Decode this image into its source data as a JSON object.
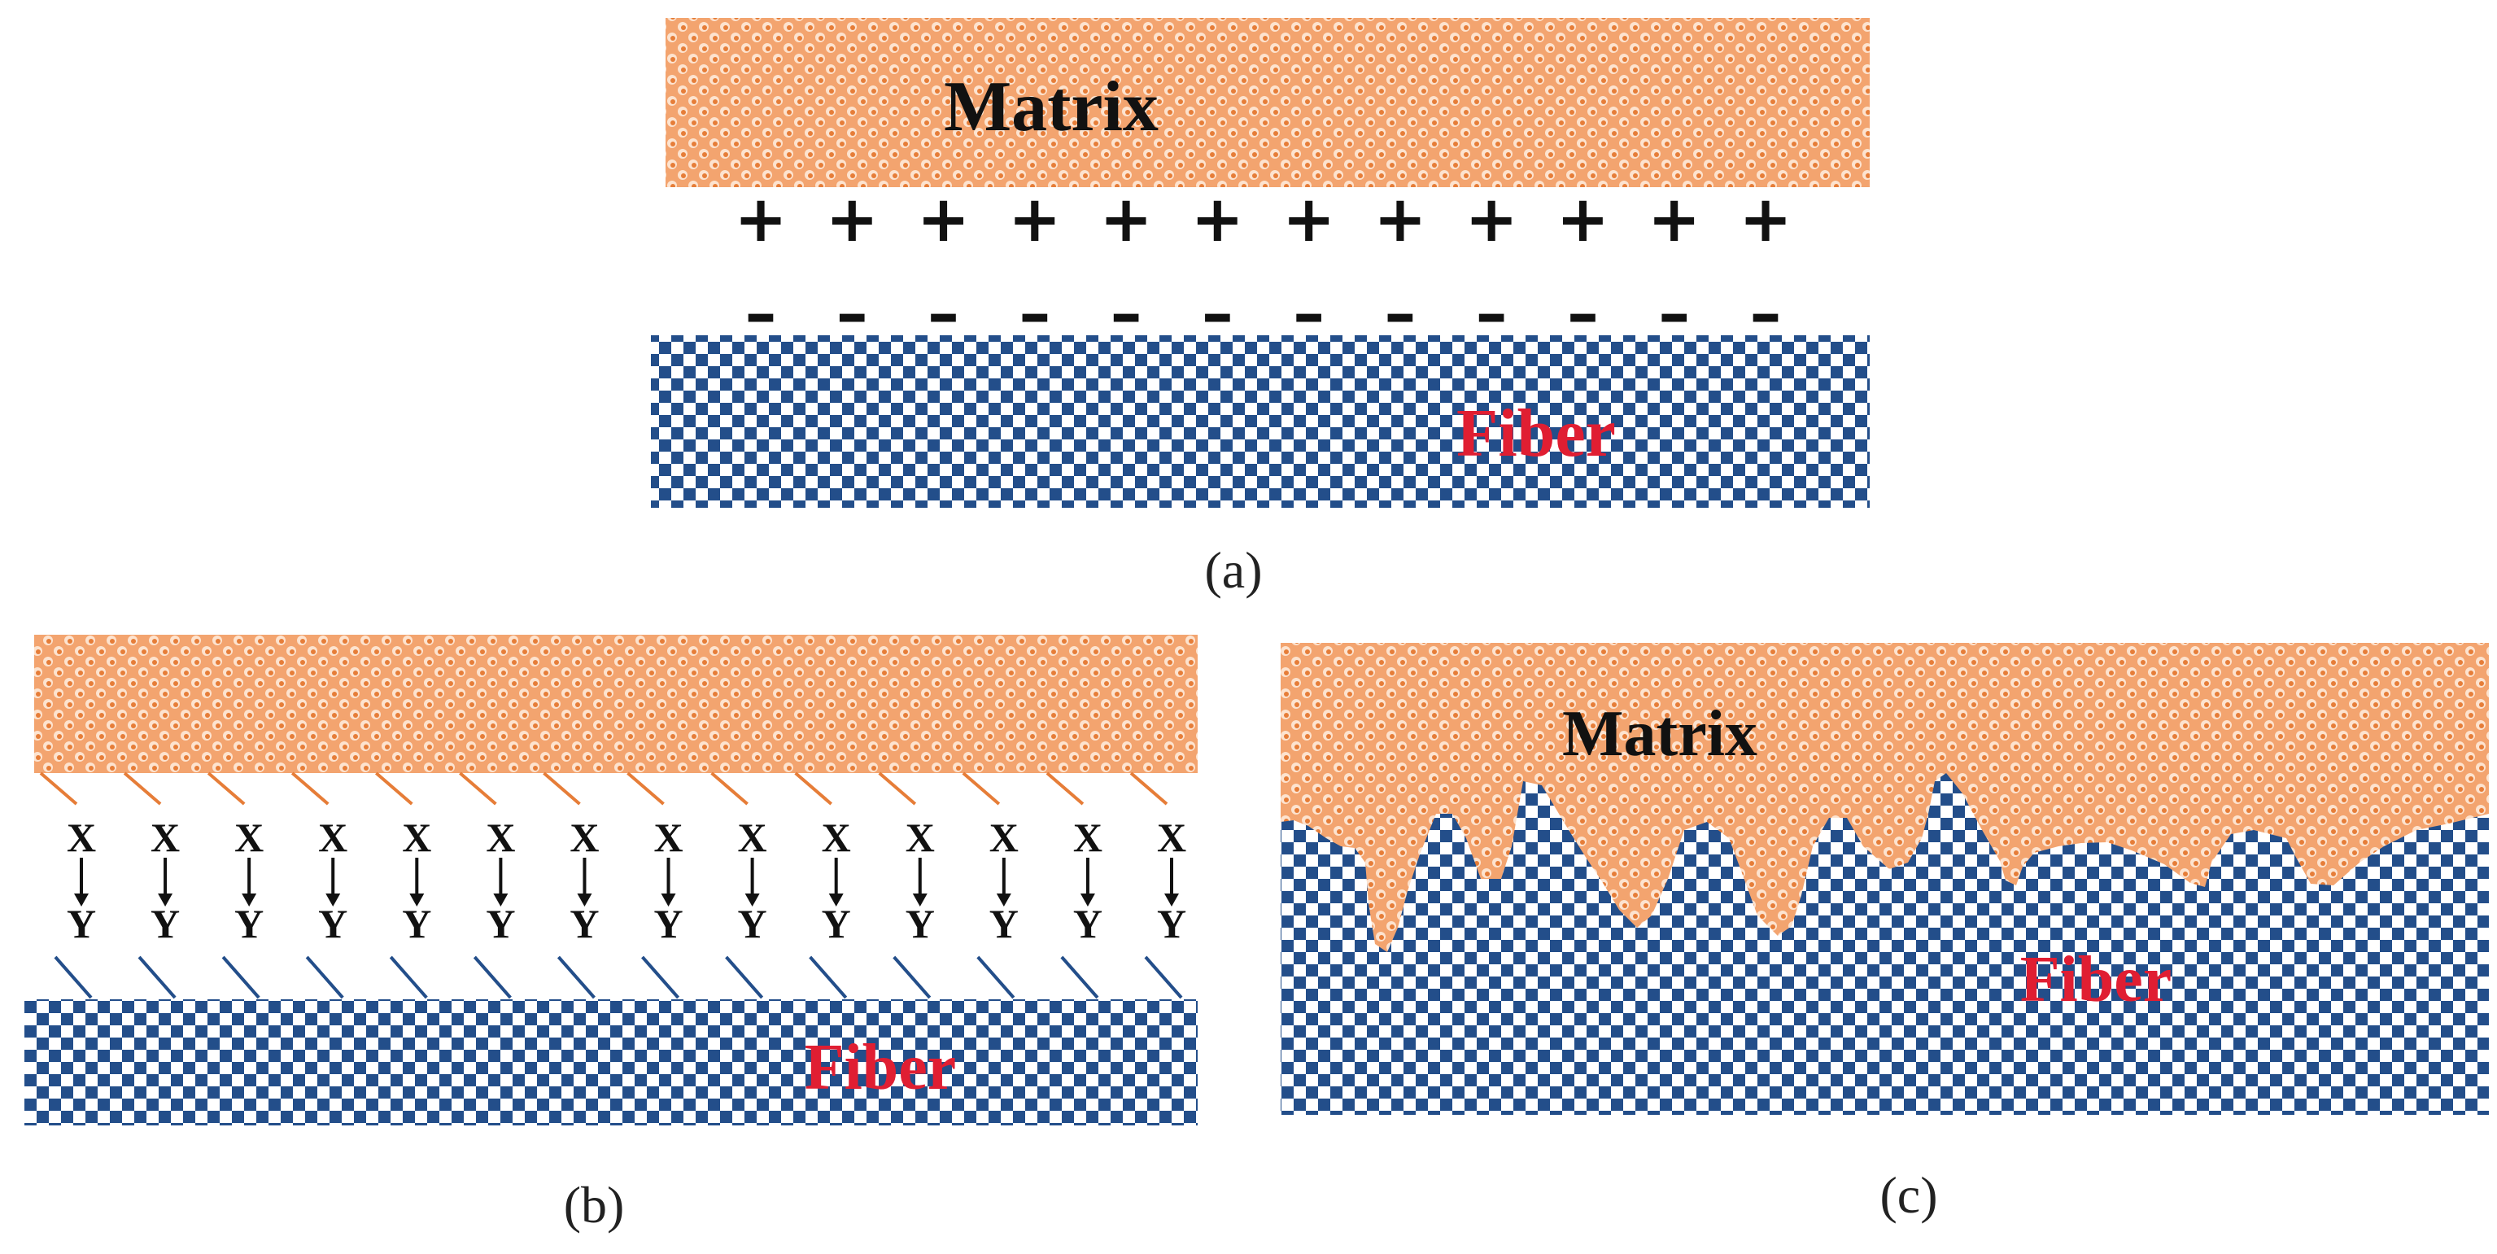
{
  "colors": {
    "matrix_base": "#f3a46f",
    "matrix_dark": "#e67d38",
    "matrix_light": "#fde3cf",
    "fiber_blue": "#234e8a",
    "fiber_light": "#ffffff",
    "fiber_label": "#e01e32",
    "matrix_label": "#111111"
  },
  "panel_a": {
    "caption": "(a)",
    "matrix_label": "Matrix",
    "fiber_label": "Fiber",
    "positive_symbol": "+",
    "negative_symbol": "–",
    "charge_count": 12
  },
  "panel_b": {
    "caption": "(b)",
    "fiber_label": "Fiber",
    "upper_group": "X",
    "lower_group": "Y",
    "bond_count": 14
  },
  "panel_c": {
    "caption": "(c)",
    "matrix_label": "Matrix",
    "fiber_label": "Fiber"
  }
}
